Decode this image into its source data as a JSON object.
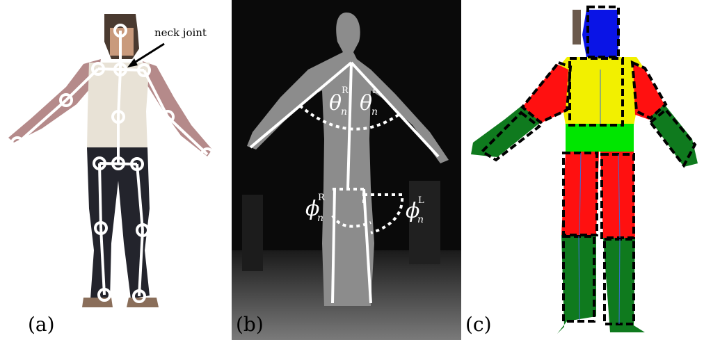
{
  "panels": {
    "a": {
      "label": "(a)",
      "callout": "neck joint"
    },
    "b": {
      "label": "(b)",
      "angles": [
        {
          "symbol": "θ",
          "sub": "n",
          "sup": "R"
        },
        {
          "symbol": "θ",
          "sub": "n",
          "sup": "L"
        },
        {
          "symbol": "ϕ",
          "sub": "n",
          "sup": "R"
        },
        {
          "symbol": "ϕ",
          "sub": "n",
          "sup": "L"
        }
      ]
    },
    "c": {
      "label": "(c)"
    }
  },
  "colors": {
    "head": "#0a14e6",
    "torso": "#f2f000",
    "hip": "#00e600",
    "upper_limb": "#ff1010",
    "lower_limb": "#0f7a1e",
    "skeleton": "#ffffff",
    "depth_background": "#0a0a0a",
    "depth_person": "#8c8c8c"
  }
}
